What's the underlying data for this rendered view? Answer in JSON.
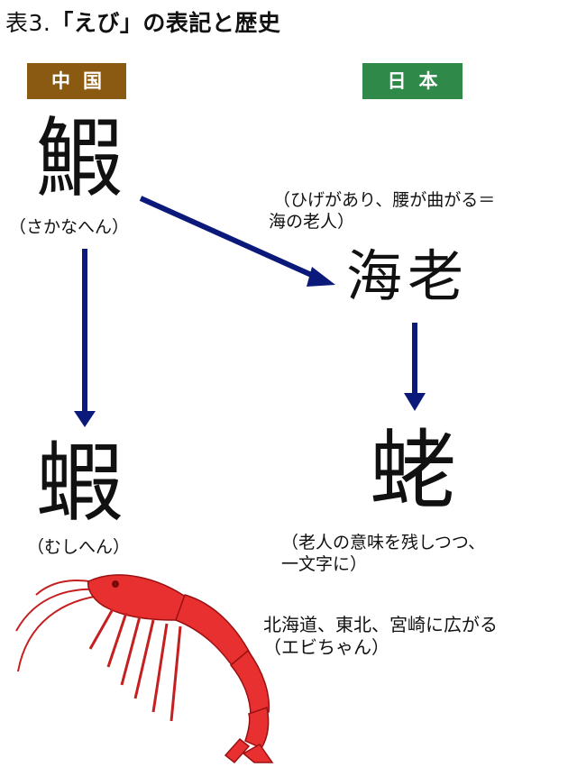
{
  "title": {
    "prefix": "表3.",
    "main": "「えび」の表記と歴史"
  },
  "columns": {
    "china": "中国",
    "japan": "日本"
  },
  "colors": {
    "china_badge": "#8b5a12",
    "japan_badge": "#2f8a4a",
    "arrow": "#0b1a7a",
    "shrimp": "#e83030"
  },
  "nodes": {
    "fish_radical": {
      "kanji": "鰕",
      "note": "（さかなへん）"
    },
    "insect_radical": {
      "kanji": "蝦",
      "note": "（むしへん）"
    },
    "kairo": {
      "kanji": "海老",
      "note_line1": "（ひげがあり、腰が曲がる＝",
      "note_line2": "海の老人）"
    },
    "ebi": {
      "kanji": "蛯",
      "note_line1": "（老人の意味を残しつつ、",
      "note_line2": "一文字に）"
    }
  },
  "region_note": {
    "line1": "北海道、東北、宮崎に広がる",
    "line2": "（エビちゃん）"
  },
  "illustration": {
    "icon": "shrimp-illustration"
  }
}
